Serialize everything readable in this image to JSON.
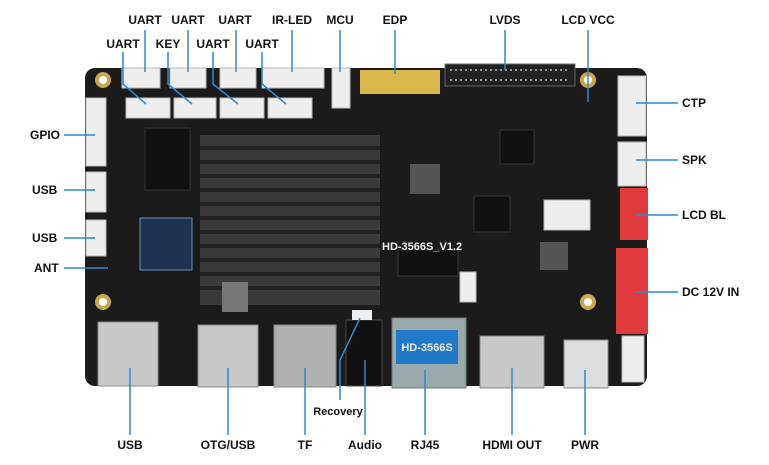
{
  "board": {
    "model_silkscreen": "HD-3566S_V1.2",
    "rj45_sticker": "HD-3566S"
  },
  "labels_top": [
    "UART",
    "UART",
    "UART",
    "IR-LED",
    "MCU",
    "EDP",
    "LVDS",
    "LCD VCC"
  ],
  "labels_second": [
    "UART",
    "KEY",
    "UART",
    "UART"
  ],
  "labels_left": [
    "GPIO",
    "USB",
    "USB",
    "ANT"
  ],
  "labels_right": [
    "CTP",
    "SPK",
    "LCD BL",
    "DC 12V IN"
  ],
  "labels_bottom": [
    "USB",
    "OTG/USB",
    "TF",
    "Audio",
    "RJ45",
    "HDMI OUT",
    "PWR"
  ],
  "label_recovery": "Recovery",
  "colors": {
    "leader_line": "#2a8ad4",
    "board": "#1b1b1b",
    "heatsink": "#3a3a3a",
    "red_connector": "#e03a3a"
  }
}
